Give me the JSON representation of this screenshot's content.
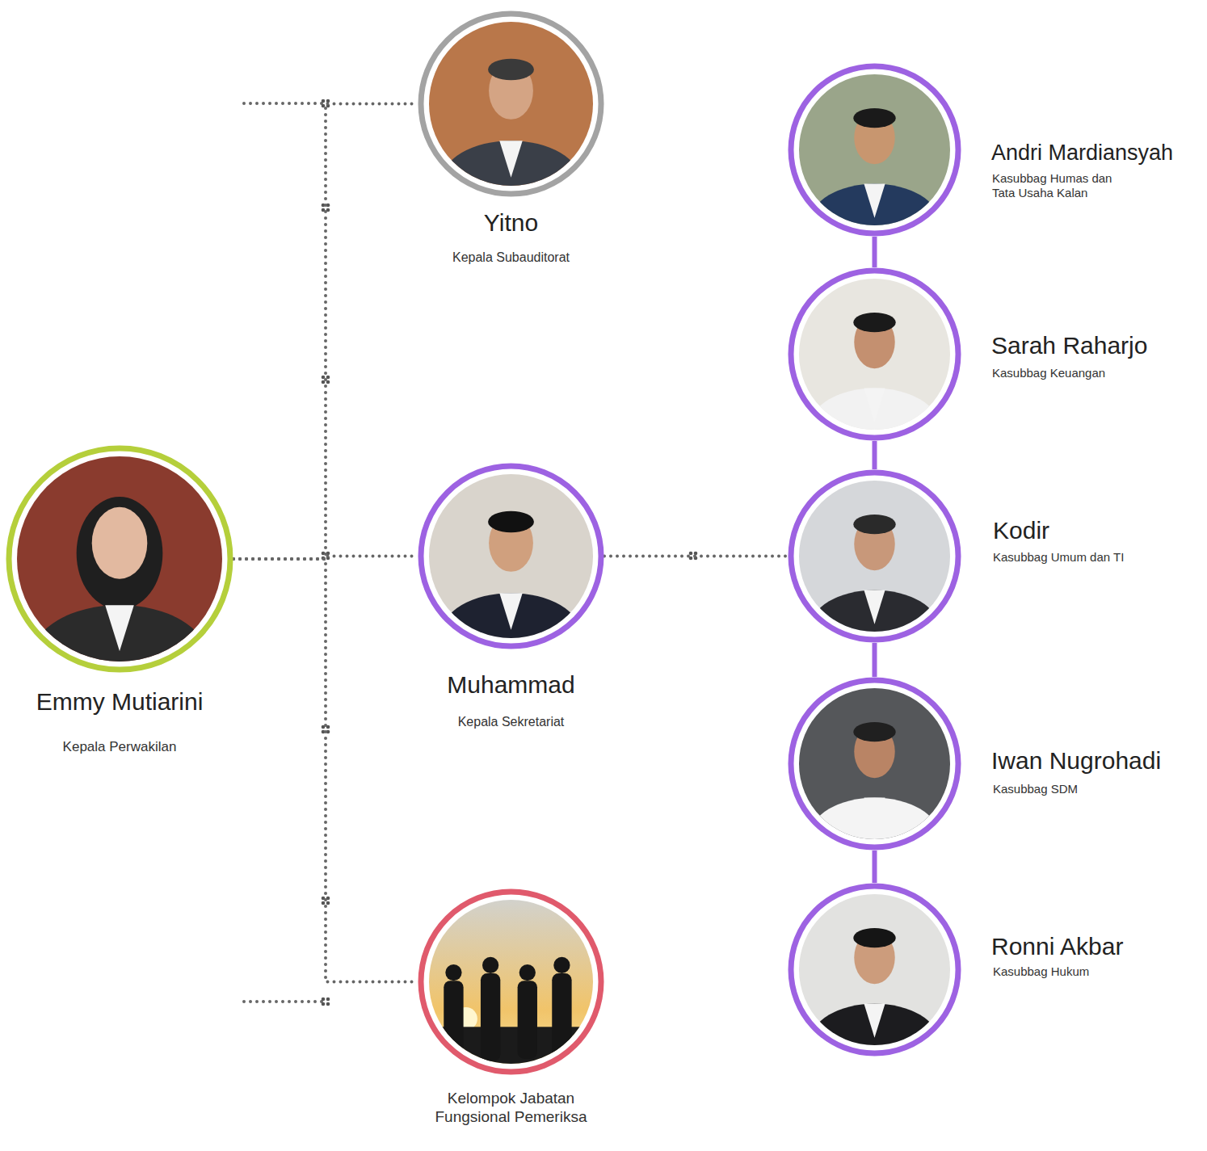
{
  "diagram": {
    "nodes": [
      {
        "text": [
          "Emmy Mutiarini",
          "Kepala Perwakilan"
        ]
      },
      {
        "text": [
          "Yitno",
          "Kepala Subauditorat"
        ]
      },
      {
        "text": [
          "Muhammad",
          "Kepala Sekretariat"
        ]
      },
      {
        "text": [
          "Kelompok Jabatan Fungsional Pemeriksa"
        ]
      },
      {
        "text": [
          "Andri Mardiansyah",
          "Kasubbag Humas dan Tata Usaha Kalan"
        ]
      },
      {
        "text": [
          "Sarah Raharjo",
          "Kasubbag Keuangan"
        ]
      },
      {
        "text": [
          "Kodir",
          "Kasubbag Umum dan TI"
        ]
      },
      {
        "text": [
          "Iwan Nugrohadi",
          "Kasubbag SDM"
        ]
      },
      {
        "text": [
          "Ronni Akbar",
          "Kasubbag Hukum"
        ]
      }
    ],
    "edges": [
      {
        "from": 0,
        "to": 1,
        "arrow": "none"
      },
      {
        "from": 0,
        "to": 2,
        "arrow": "none"
      },
      {
        "from": 0,
        "to": 3,
        "arrow": "none"
      },
      {
        "from": 2,
        "to": 6,
        "arrow": "none"
      },
      {
        "from": 4,
        "to": 5,
        "arrow": "none"
      },
      {
        "from": 5,
        "to": 6,
        "arrow": "none"
      },
      {
        "from": 6,
        "to": 7,
        "arrow": "none"
      },
      {
        "from": 7,
        "to": 8,
        "arrow": "none"
      }
    ]
  }
}
